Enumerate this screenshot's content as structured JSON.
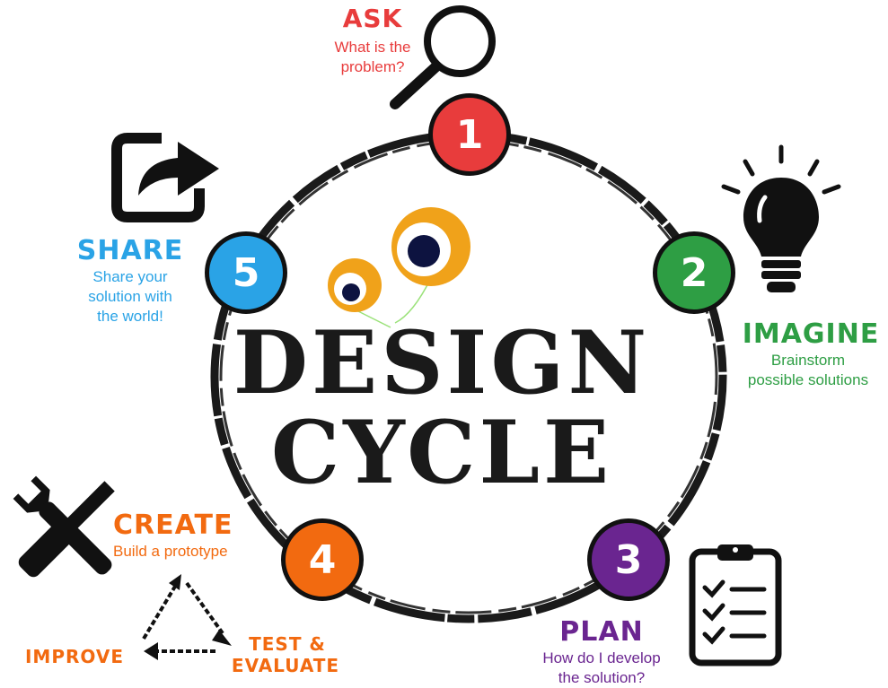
{
  "center": {
    "line1": "DESIGN",
    "line2": "CYCLE"
  },
  "steps": [
    {
      "number": "1",
      "title": "ASK",
      "description": "What is the problem?",
      "desc_line1": "What is the",
      "desc_line2": "problem?",
      "color": "#e83c3c"
    },
    {
      "number": "2",
      "title": "IMAGINE",
      "description": "Brainstorm possible solutions",
      "desc_line1": "Brainstorm",
      "desc_line2": "possible solutions",
      "color": "#2e9e44"
    },
    {
      "number": "3",
      "title": "PLAN",
      "description": "How do I develop the solution?",
      "desc_line1": "How do I develop",
      "desc_line2": "the solution?",
      "color": "#6a2590"
    },
    {
      "number": "4",
      "title": "CREATE",
      "description": "Build a prototype",
      "desc_line1": "Build a prototype",
      "desc_line2": "",
      "color": "#f26a10"
    },
    {
      "number": "5",
      "title": "SHARE",
      "description": "Share your solution with the world!",
      "desc_line1": "Share your",
      "desc_line2": "solution with",
      "desc_line3": "the world!",
      "color": "#2aa3e6"
    }
  ],
  "sub_cycle": {
    "test": "TEST &",
    "evaluate": "EVALUATE",
    "improve": "IMPROVE",
    "color": "#f26a10"
  },
  "icons": {
    "ask": "magnifier-icon",
    "imagine": "lightbulb-icon",
    "plan": "clipboard-checklist-icon",
    "create": "wrench-screwdriver-icon",
    "share": "share-arrow-icon",
    "decor": "eye-balloons-icon"
  },
  "colors": {
    "ring": "#1a1a1a",
    "balloon": "#f0a21a",
    "pupil": "#0d1340"
  }
}
